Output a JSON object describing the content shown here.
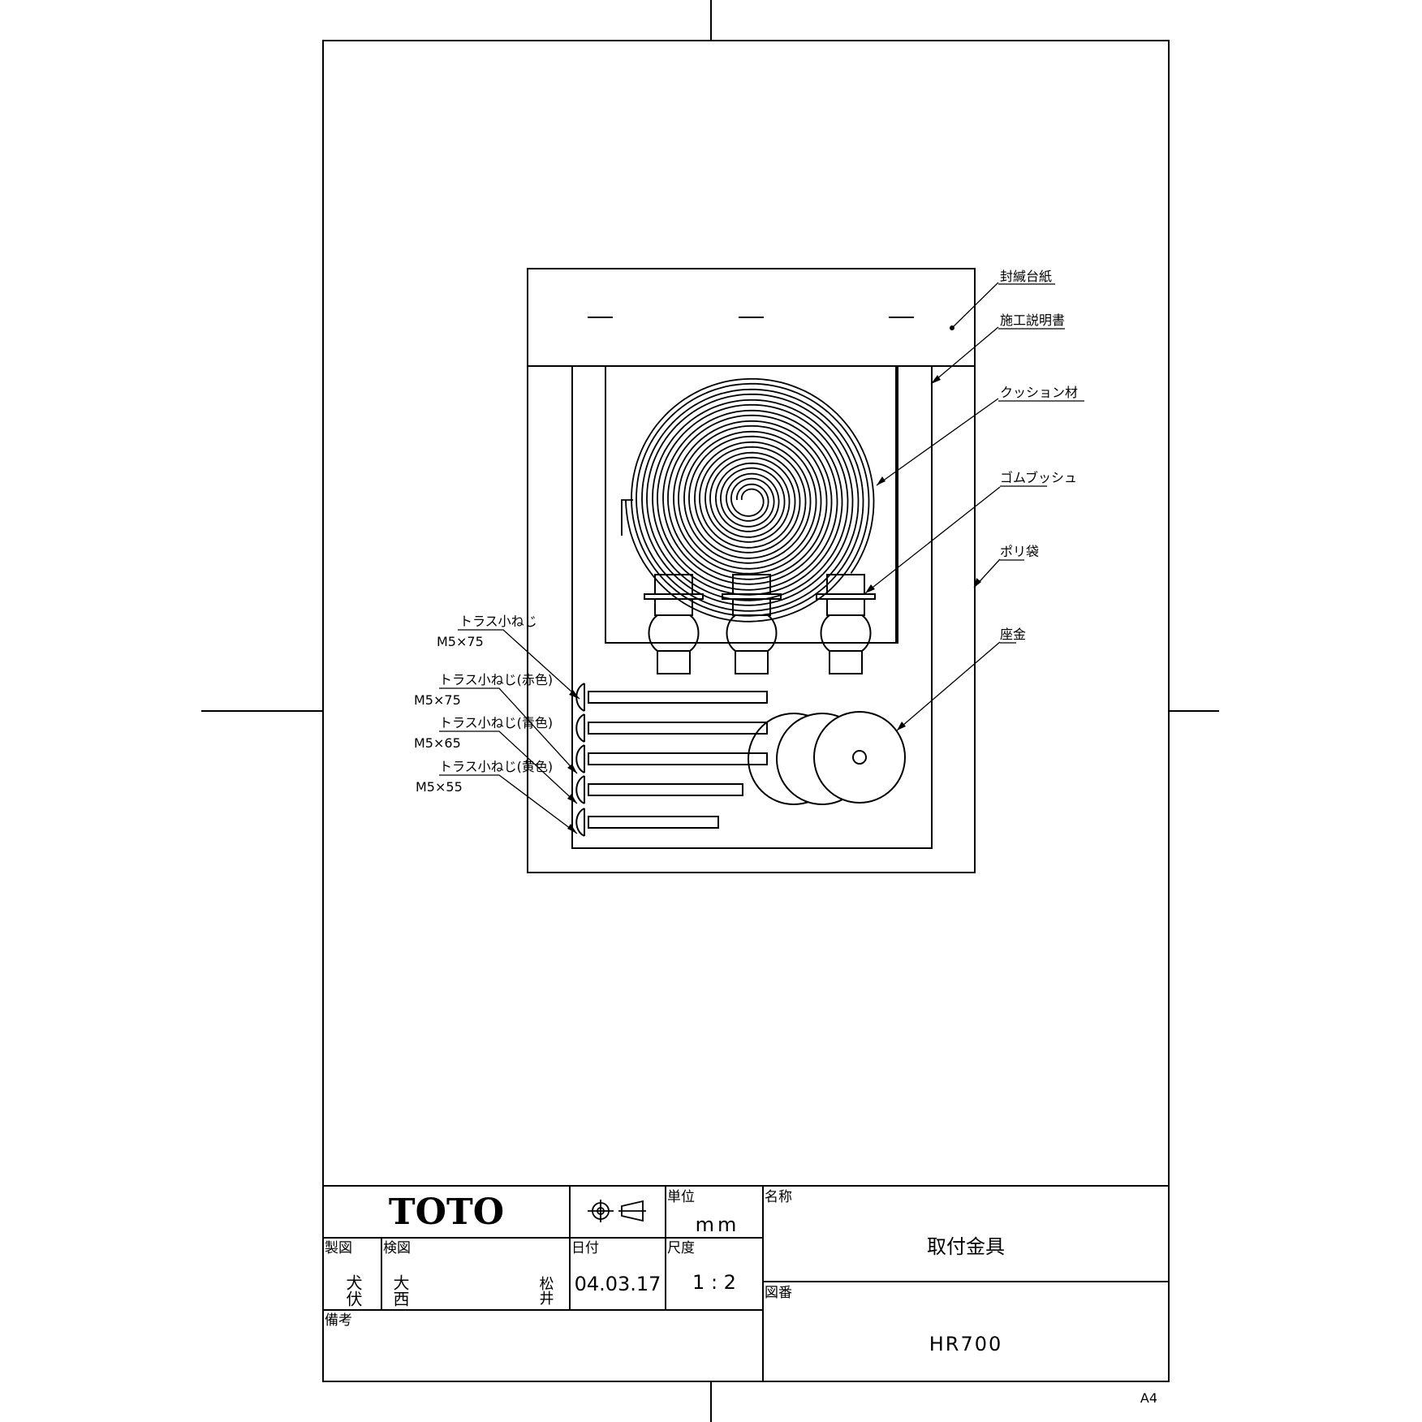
{
  "drawing": {
    "labels": {
      "sealing_board": "封緘台紙",
      "manual": "施工説明書",
      "cushion": "クッション材",
      "rubber_bush": "ゴムブッシュ",
      "poly_bag": "ポリ袋",
      "washer": "座金",
      "screw1_name": "トラス小ねじ",
      "screw1_size": "M5×75",
      "screw2_name": "トラス小ねじ(赤色)",
      "screw2_size": "M5×75",
      "screw3_name": "トラス小ねじ(青色)",
      "screw3_size": "M5×65",
      "screw4_name": "トラス小ねじ(黄色)",
      "screw4_size": "M5×55"
    }
  },
  "title_block": {
    "company": "TOTO",
    "unit_label": "単位",
    "unit_value": "mm",
    "name_label": "名称",
    "name_value": "取付金具",
    "drawn_label": "製図",
    "drawn_by": "犬伏",
    "checked_label": "検図",
    "checked_by": "大西",
    "approver": "松井",
    "date_label": "日付",
    "date_value": "04.03.17",
    "scale_label": "尺度",
    "scale_value": "1 : 2",
    "number_label": "図番",
    "number_value": "HR700",
    "remarks_label": "備考"
  },
  "paper_size": "A4"
}
